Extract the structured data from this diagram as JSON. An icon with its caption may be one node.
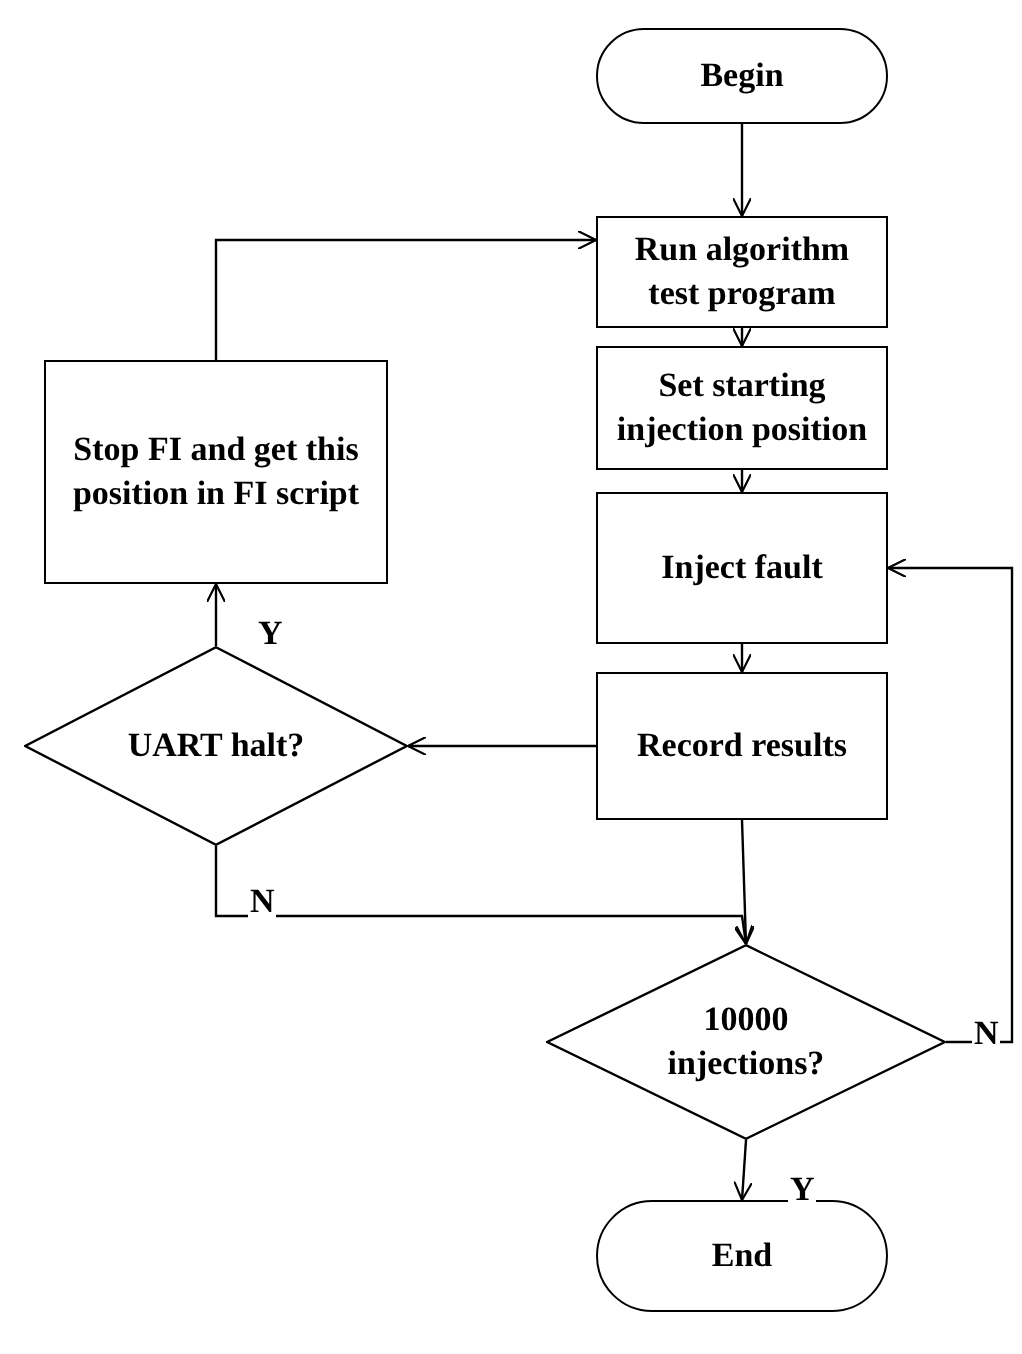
{
  "diagram": {
    "nodes": [
      {
        "text": [
          "Begin"
        ]
      },
      {
        "text": [
          "Run algorithm test program"
        ]
      },
      {
        "text": [
          "Set starting injection position"
        ]
      },
      {
        "text": [
          "Inject fault"
        ]
      },
      {
        "text": [
          "Record results"
        ]
      },
      {
        "text": [
          "UART halt?"
        ]
      },
      {
        "text": [
          "Stop FI and get this position in FI script"
        ]
      },
      {
        "text": [
          "10000 injections?"
        ]
      },
      {
        "text": [
          "End"
        ]
      }
    ],
    "edges": [
      {
        "from": 0,
        "to": 1,
        "arrow": "to"
      },
      {
        "from": 1,
        "to": 2,
        "arrow": "to"
      },
      {
        "from": 2,
        "to": 3,
        "arrow": "to"
      },
      {
        "from": 3,
        "to": 4,
        "arrow": "to"
      },
      {
        "from": 4,
        "to": 5,
        "arrow": "to"
      },
      {
        "from": 5,
        "to": 6,
        "arrow": "to",
        "label": "Y"
      },
      {
        "from": 6,
        "to": 1,
        "arrow": "to"
      },
      {
        "from": 5,
        "to": 7,
        "arrow": "to",
        "label": "N"
      },
      {
        "from": 4,
        "to": 7,
        "arrow": "to"
      },
      {
        "from": 7,
        "to": 8,
        "arrow": "to",
        "label": "Y"
      },
      {
        "from": 7,
        "to": 3,
        "arrow": "to",
        "label": "N"
      }
    ]
  }
}
